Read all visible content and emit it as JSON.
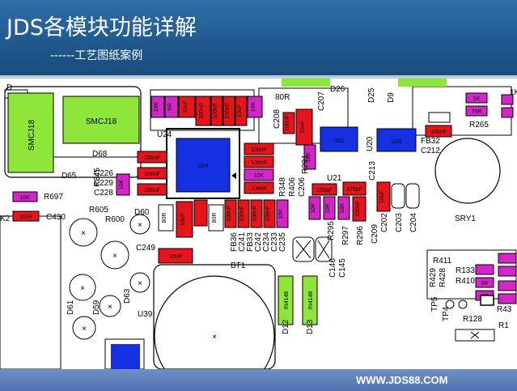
{
  "header": {
    "title": "JDS各模块功能详解",
    "subtitle": "------工艺图纸案例"
  },
  "footer": {
    "url": "WWW.JDS88.COM"
  },
  "colors": {
    "header_blue": "#1d5488",
    "footer_blue": "#5a7fba",
    "pad_red": "#e8141c",
    "pad_magenta": "#d426c8",
    "pad_green": "#8ee63a",
    "chip_blue": "#1530e0"
  },
  "board": {
    "labels": {
      "d68": "D68",
      "d65": "D65",
      "u24": "U24",
      "r697": "R697",
      "c430": "C430",
      "r605": "R605",
      "r600": "R600",
      "d60": "D60",
      "c249": "C249",
      "d61": "D61",
      "d59": "D59",
      "d63": "D63",
      "u39": "U39",
      "bt1": "BT1",
      "r345": "R345",
      "c226": "C226",
      "c229": "C229",
      "c228": "C228",
      "d80r": "80R",
      "c208": "C208",
      "c207": "C207",
      "d26": "D26",
      "d25": "D25",
      "r291": "R291",
      "u20": "U20",
      "fb32": "FB32",
      "c212": "C212",
      "r265": "R265",
      "sry1": "SRY1",
      "u21": "U21",
      "r348": "R348",
      "r406": "R406",
      "c206": "C206",
      "c213": "C213",
      "c209": "C209",
      "c203": "C203",
      "c202": "C202",
      "c204": "C204",
      "r295": "R295",
      "r297": "R297",
      "r296": "R296",
      "c146": "C146",
      "c145": "C145",
      "fb36": "FB36",
      "c241": "C241",
      "fb33": "FB33",
      "c242": "C242",
      "c234": "C234",
      "c233": "C233",
      "c235": "C235",
      "d12": "D12",
      "d13": "D13",
      "r411": "R411",
      "r429": "R429",
      "r428": "R428",
      "r133": "R133",
      "r410": "R410",
      "tp5": "TP5",
      "tp4": "TP4",
      "r43": "R43",
      "r128": "R128",
      "k2": "K2",
      "d": "D",
      "d9": "D9",
      "r1": "R1",
      "k1": "1K"
    },
    "parts": {
      "smcj18_a": "SMCJ18",
      "smcj18_b": "SMCJ18",
      "in4148_a": "IN4148",
      "in4148_b": "IN4148",
      "u24": "U24",
      "u20": "U20",
      "u21": "U21",
      "k10": "10K",
      "uf10": "10uF",
      "nf100": "100nF",
      "pf220": "220pF",
      "pf470": "470pF",
      "r80": "80R",
      "r0": "0R",
      "r75": "75R",
      "r1k": "1K"
    }
  }
}
